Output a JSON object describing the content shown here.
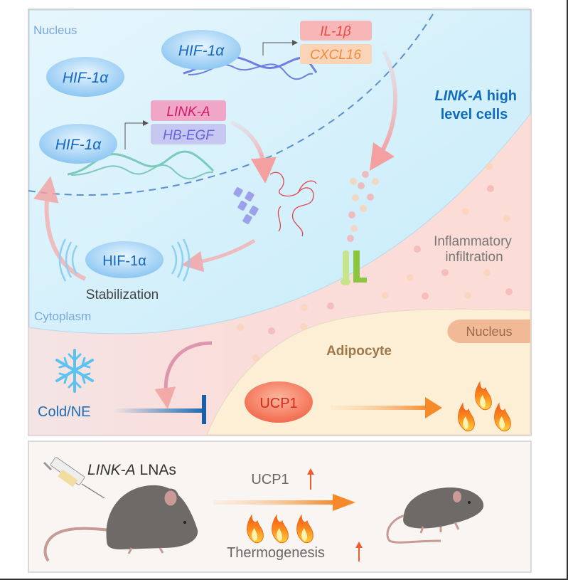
{
  "top_panel": {
    "nucleus_label": "Nucleus",
    "cytoplasm_label": "Cytoplasm",
    "hif_labels": [
      "HIF-1α",
      "HIF-1α",
      "HIF-1α"
    ],
    "gene_boxes_top": [
      "IL-1β",
      "CXCL16"
    ],
    "gene_boxes_bottom": [
      "LINK-A",
      "HB-EGF"
    ],
    "stabilized_hif": "HIF-1α",
    "stabilization_label": "Stabilization",
    "cell_label_italic": "LINK-A",
    "cell_label_rest": " high",
    "cell_label_line2": "level cells",
    "inflammatory_line1": "Inflammatory",
    "inflammatory_line2": "infiltration",
    "adipocyte_label": "Adipocyte",
    "adipocyte_nucleus_label": "Nucleus",
    "ucp1_label": "UCP1",
    "cold_label": "Cold/NE"
  },
  "bottom_panel": {
    "treatment_italic": "LINK-A",
    "treatment_rest": " LNAs",
    "ucp1_label": "UCP1",
    "thermogenesis_label": "Thermogenesis"
  },
  "colors": {
    "cell_blue": "#cdeefa",
    "inflammation_pink": "#f9dcd8",
    "adipocyte_cream": "#fcefd6",
    "hif_blue": "#9fd0f5",
    "text_blue": "#0f6cbd",
    "ucp1_orange": "#f47a5e"
  }
}
